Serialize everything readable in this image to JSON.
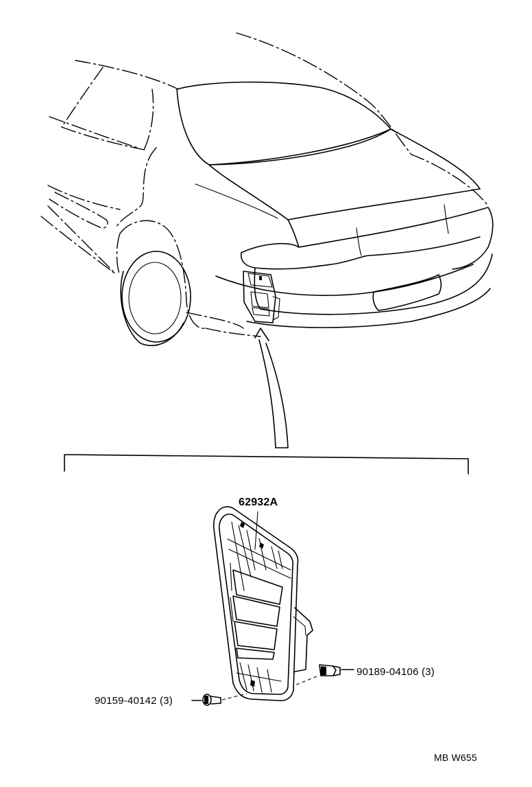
{
  "parts": {
    "main_part": "62932A",
    "clip_part": "90189-04106 (3)",
    "screw_part": "90159-40142 (3)"
  },
  "diagram_code": "MB W655"
}
